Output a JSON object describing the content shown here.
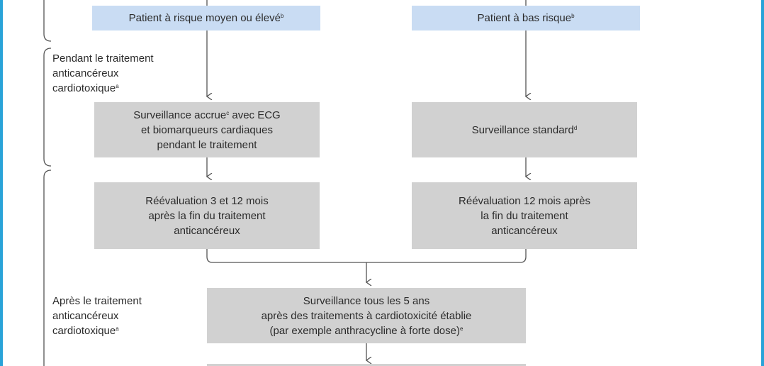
{
  "colors": {
    "frame": "#29a3d8",
    "blue_box": "#c9dcf3",
    "gray_box": "#d1d1d1",
    "line": "#555555"
  },
  "phases": {
    "during": {
      "lines": [
        "Pendant le traitement",
        "anticancéreux",
        "cardiotoxique"
      ],
      "sup": "a"
    },
    "after": {
      "lines": [
        "Après le traitement",
        "anticancéreux",
        "cardiotoxique"
      ],
      "sup": "a"
    }
  },
  "boxes": {
    "risk_high": {
      "text": "Patient à risque moyen ou élevé",
      "sup": "b"
    },
    "risk_low": {
      "text": "Patient à bas risque",
      "sup": "b"
    },
    "surv_enhanced": {
      "line1": "Surveillance accrue",
      "sup": "c",
      "line1_rest": " avec ECG",
      "line2": "et biomarqueurs cardiaques",
      "line3": "pendant le traitement"
    },
    "surv_standard": {
      "text": "Surveillance standard",
      "sup": "d"
    },
    "reeval_high": {
      "lines": [
        "Réévaluation 3 et 12 mois",
        "après la fin du traitement",
        "anticancéreux"
      ]
    },
    "reeval_low": {
      "lines": [
        "Réévaluation 12 mois après",
        "la fin du traitement",
        "anticancéreux"
      ]
    },
    "surv_5y": {
      "line1": "Surveillance tous les 5 ans",
      "line2": "après des traitements à cardiotoxicité établie",
      "line3": "(par exemple anthracycline à forte dose)",
      "sup": "e"
    }
  }
}
